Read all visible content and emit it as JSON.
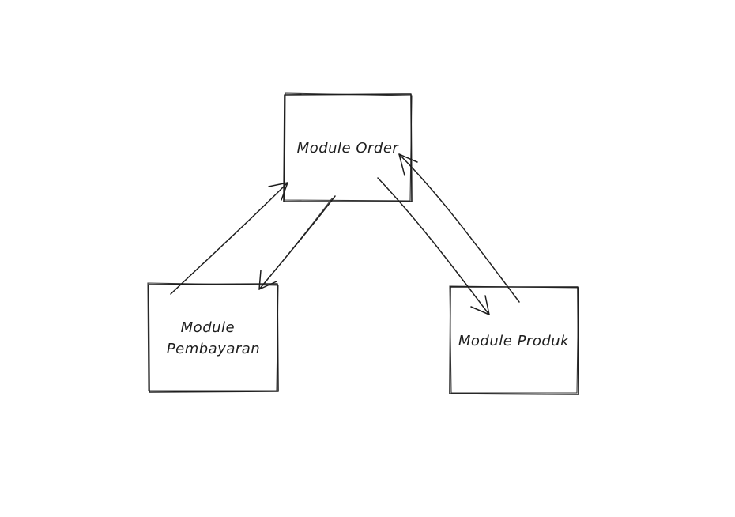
{
  "diagram": {
    "nodes": [
      {
        "id": "order",
        "label_lines": [
          "Module Order"
        ]
      },
      {
        "id": "pembayaran",
        "label_lines": [
          "Module",
          "Pembayaran"
        ]
      },
      {
        "id": "produk",
        "label_lines": [
          "Module Produk"
        ]
      }
    ],
    "edges": [
      {
        "from": "pembayaran",
        "to": "order"
      },
      {
        "from": "order",
        "to": "pembayaran"
      },
      {
        "from": "order",
        "to": "produk"
      },
      {
        "from": "produk",
        "to": "order"
      }
    ],
    "colors": {
      "stroke": "#1e1e1e",
      "background": "#ffffff"
    }
  }
}
